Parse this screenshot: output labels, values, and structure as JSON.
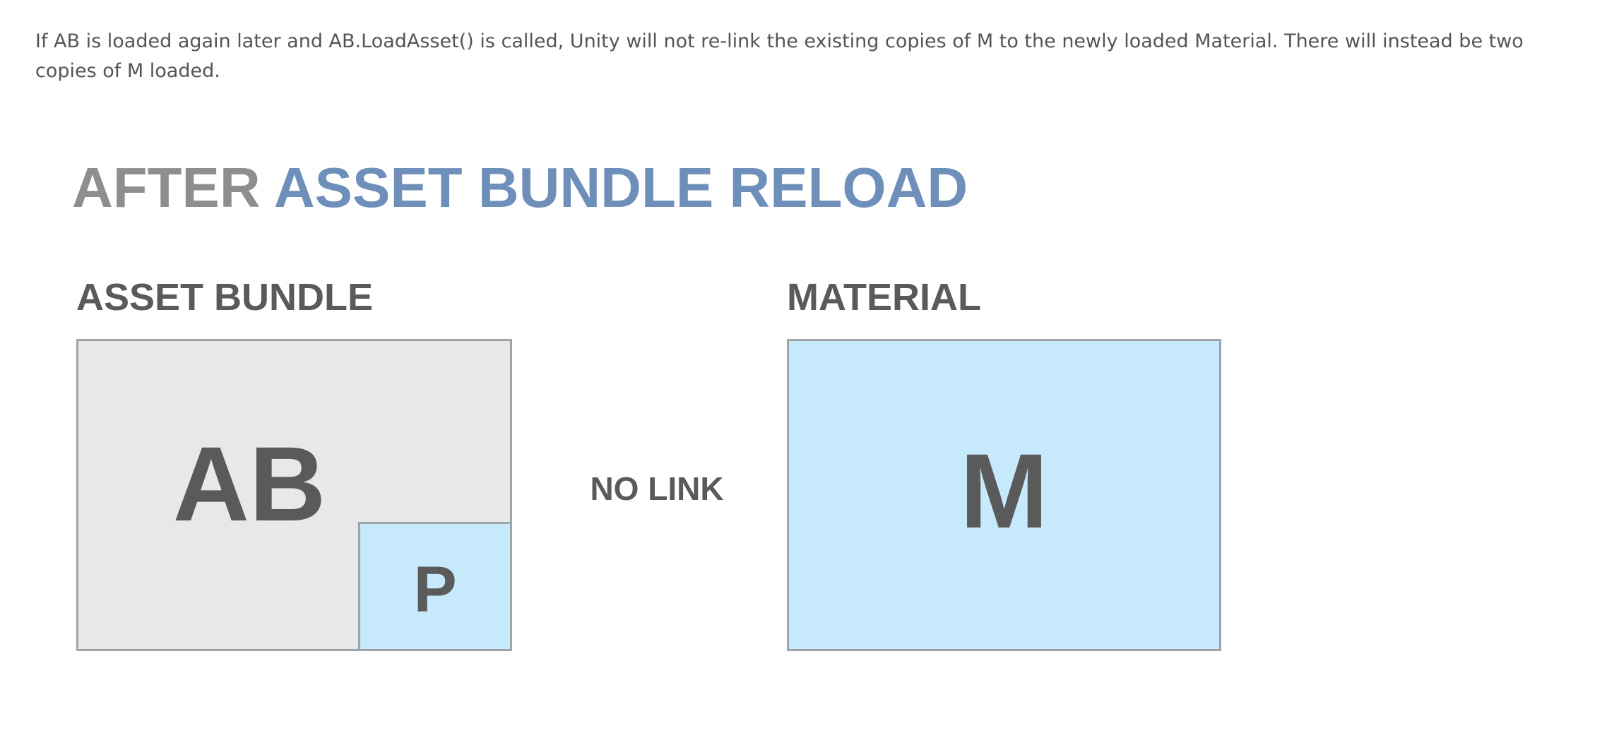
{
  "intro_text": "If AB is loaded again later and AB.LoadAsset() is called, Unity will not re-link the existing copies of M to the newly loaded Material. There will instead be two copies of M loaded.",
  "title": {
    "prefix": "AFTER",
    "highlight": "ASSET BUNDLE RELOAD"
  },
  "left_column": {
    "label": "ASSET BUNDLE",
    "main_box_label": "AB",
    "inner_box_label": "P"
  },
  "connector_label": "NO LINK",
  "right_column": {
    "label": "MATERIAL",
    "box_label": "M"
  },
  "colors": {
    "title_prefix": "#8e8e8e",
    "title_highlight": "#6d8fba",
    "asset_bundle_fill": "#e8e8e8",
    "material_fill": "#c6eafb",
    "box_border": "#9fa4a8",
    "label_text": "#5a5a5a"
  }
}
